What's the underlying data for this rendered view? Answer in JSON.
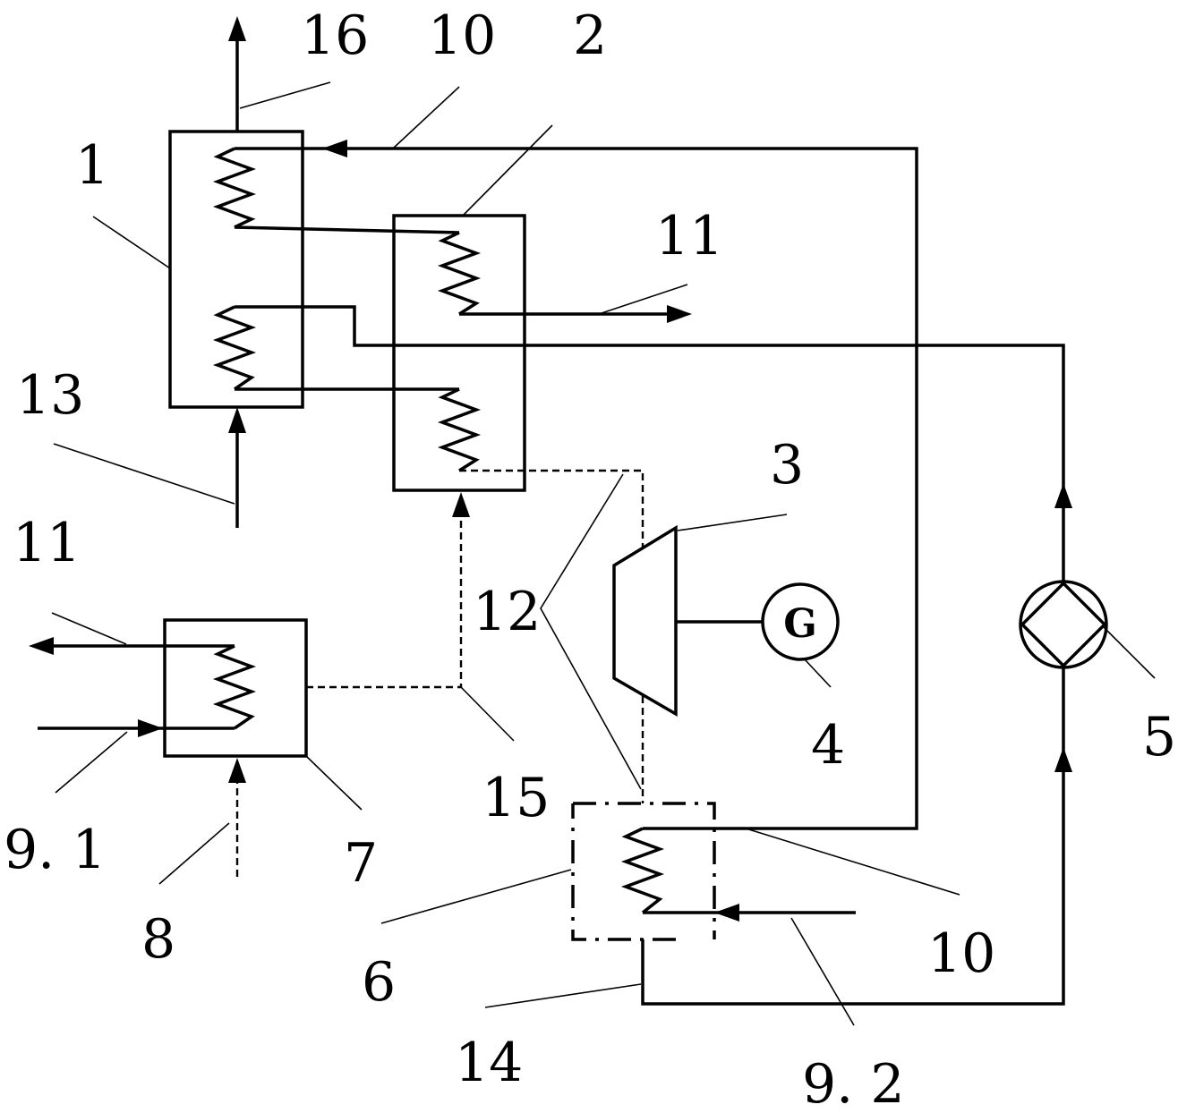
{
  "labels": {
    "l1": "1",
    "l2": "2",
    "l3": "3",
    "l4": "4",
    "l5": "5",
    "l6": "6",
    "l7": "7",
    "l8": "8",
    "l9_1": "9. 1",
    "l9_2": "9. 2",
    "l10_top": "10",
    "l10_bottom": "10",
    "l11_top": "11",
    "l11_left": "11",
    "l12": "12",
    "l13": "13",
    "l14": "14",
    "l15": "15",
    "l16": "16"
  },
  "generator_symbol": "G"
}
